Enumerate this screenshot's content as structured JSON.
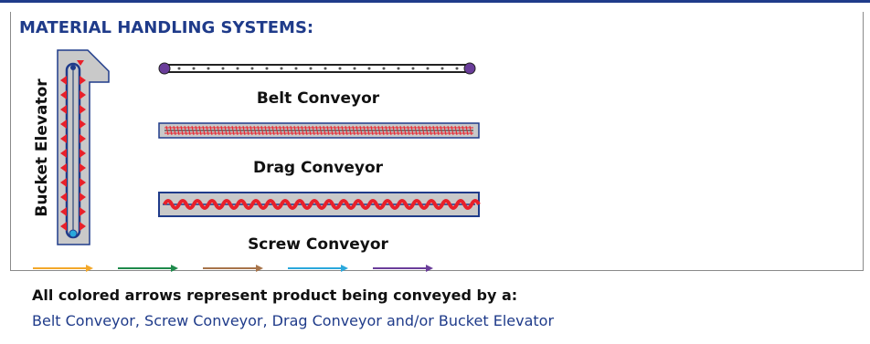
{
  "section_title": "MATERIAL HANDLING SYSTEMS:",
  "conveyors": {
    "bucket_elevator": "Bucket Elevator",
    "belt": "Belt Conveyor",
    "drag": "Drag Conveyor",
    "screw": "Screw Conveyor"
  },
  "arrow_colors": [
    "#f3a82a",
    "#1e8a4b",
    "#a8744a",
    "#2aa8dc",
    "#6a3d9a"
  ],
  "colors": {
    "title_blue": "#1f3b8a",
    "housing_blue": "#1f3b8a",
    "housing_fill": "#c9c9c9",
    "product_red": "#e8202a",
    "belt_end_purple": "#6a3d9a"
  },
  "footer": {
    "line1": "All colored arrows represent product being conveyed by a:",
    "line2": "Belt Conveyor, Screw Conveyor, Drag Conveyor and/or Bucket Elevator"
  }
}
